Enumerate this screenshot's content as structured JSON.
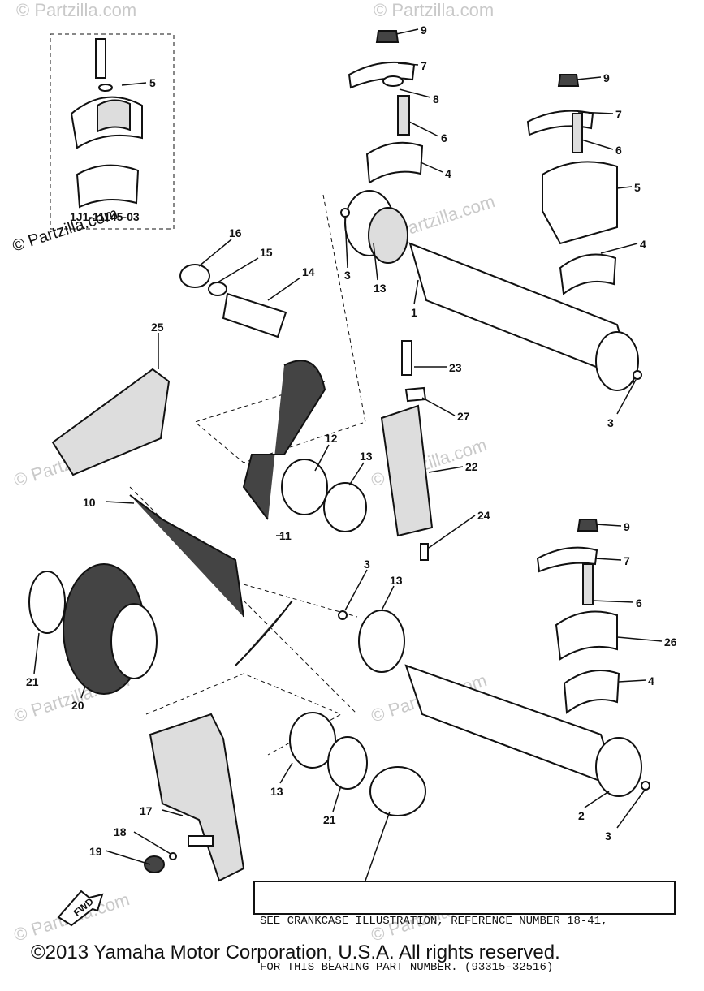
{
  "inset": {
    "code": "1J1-11145-03",
    "label": "5"
  },
  "watermarks": [
    "© Partzilla.com",
    "© Partzilla.com",
    "© Partzilla.com",
    "© Partzilla.com",
    "© Partzilla.com",
    "© Partzilla.com",
    "© Partzilla.com",
    "© Partzilla.com",
    "© Partzilla.com"
  ],
  "watermark_main": "© Partzilla.com",
  "callouts": [
    "9",
    "7",
    "8",
    "6",
    "4",
    "9",
    "7",
    "6",
    "5",
    "4",
    "3",
    "13",
    "1",
    "16",
    "15",
    "14",
    "25",
    "23",
    "27",
    "3",
    "12",
    "13",
    "22",
    "10",
    "11",
    "24",
    "9",
    "7",
    "3",
    "13",
    "6",
    "26",
    "4",
    "21",
    "20",
    "13",
    "21",
    "2",
    "3",
    "17",
    "18",
    "19"
  ],
  "note": {
    "line1": "SEE CRANKCASE ILLUSTRATION, REFERENCE NUMBER 18-41,",
    "line2": "FOR THIS BEARING PART NUMBER. (93315-32516)"
  },
  "fwd_label": "FWD",
  "copyright": "©2013  Yamaha Motor Corporation, U.S.A. All rights reserved."
}
